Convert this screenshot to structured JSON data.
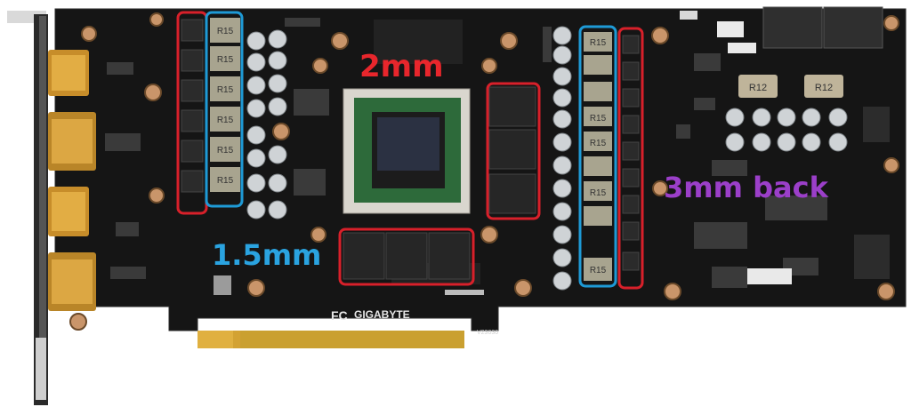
{
  "annotations": {
    "gpu_pad": "2mm",
    "memory_pad": "1.5mm",
    "back_pad": "3mm back"
  },
  "colors": {
    "red_box": "#d8202a",
    "blue_box": "#1e9ad6",
    "label_red": "#e8262c",
    "label_blue": "#2aa3e0",
    "label_purple": "#9b3fc9",
    "pcb": "#151515",
    "gold": "#d3a233"
  },
  "silkscreen": {
    "brand": "GIGABYTE",
    "fcc_mark": "FC",
    "board_code": "V23030",
    "inductor_label": "R15",
    "small_inductor_label": "R12"
  }
}
